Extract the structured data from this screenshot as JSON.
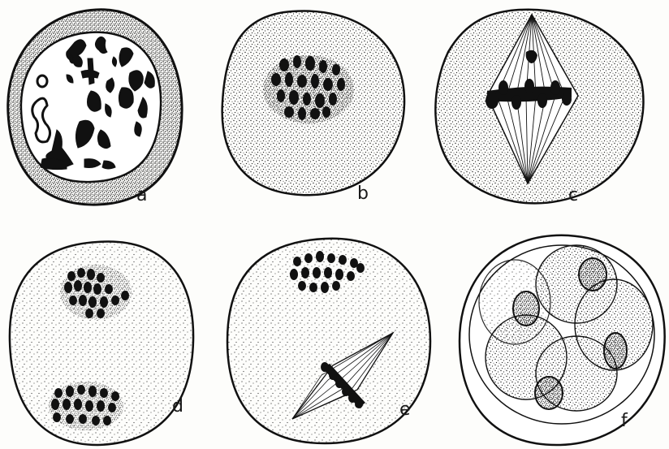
{
  "panels": {
    "a": {
      "label": "a"
    },
    "b": {
      "label": "b"
    },
    "c": {
      "label": "c"
    },
    "d": {
      "label": "d"
    },
    "e": {
      "label": "e"
    },
    "f": {
      "label": "f"
    }
  },
  "colors": {
    "ink": "#111111",
    "stipple": "#2a2a2a",
    "paper": "#fdfdfb"
  }
}
